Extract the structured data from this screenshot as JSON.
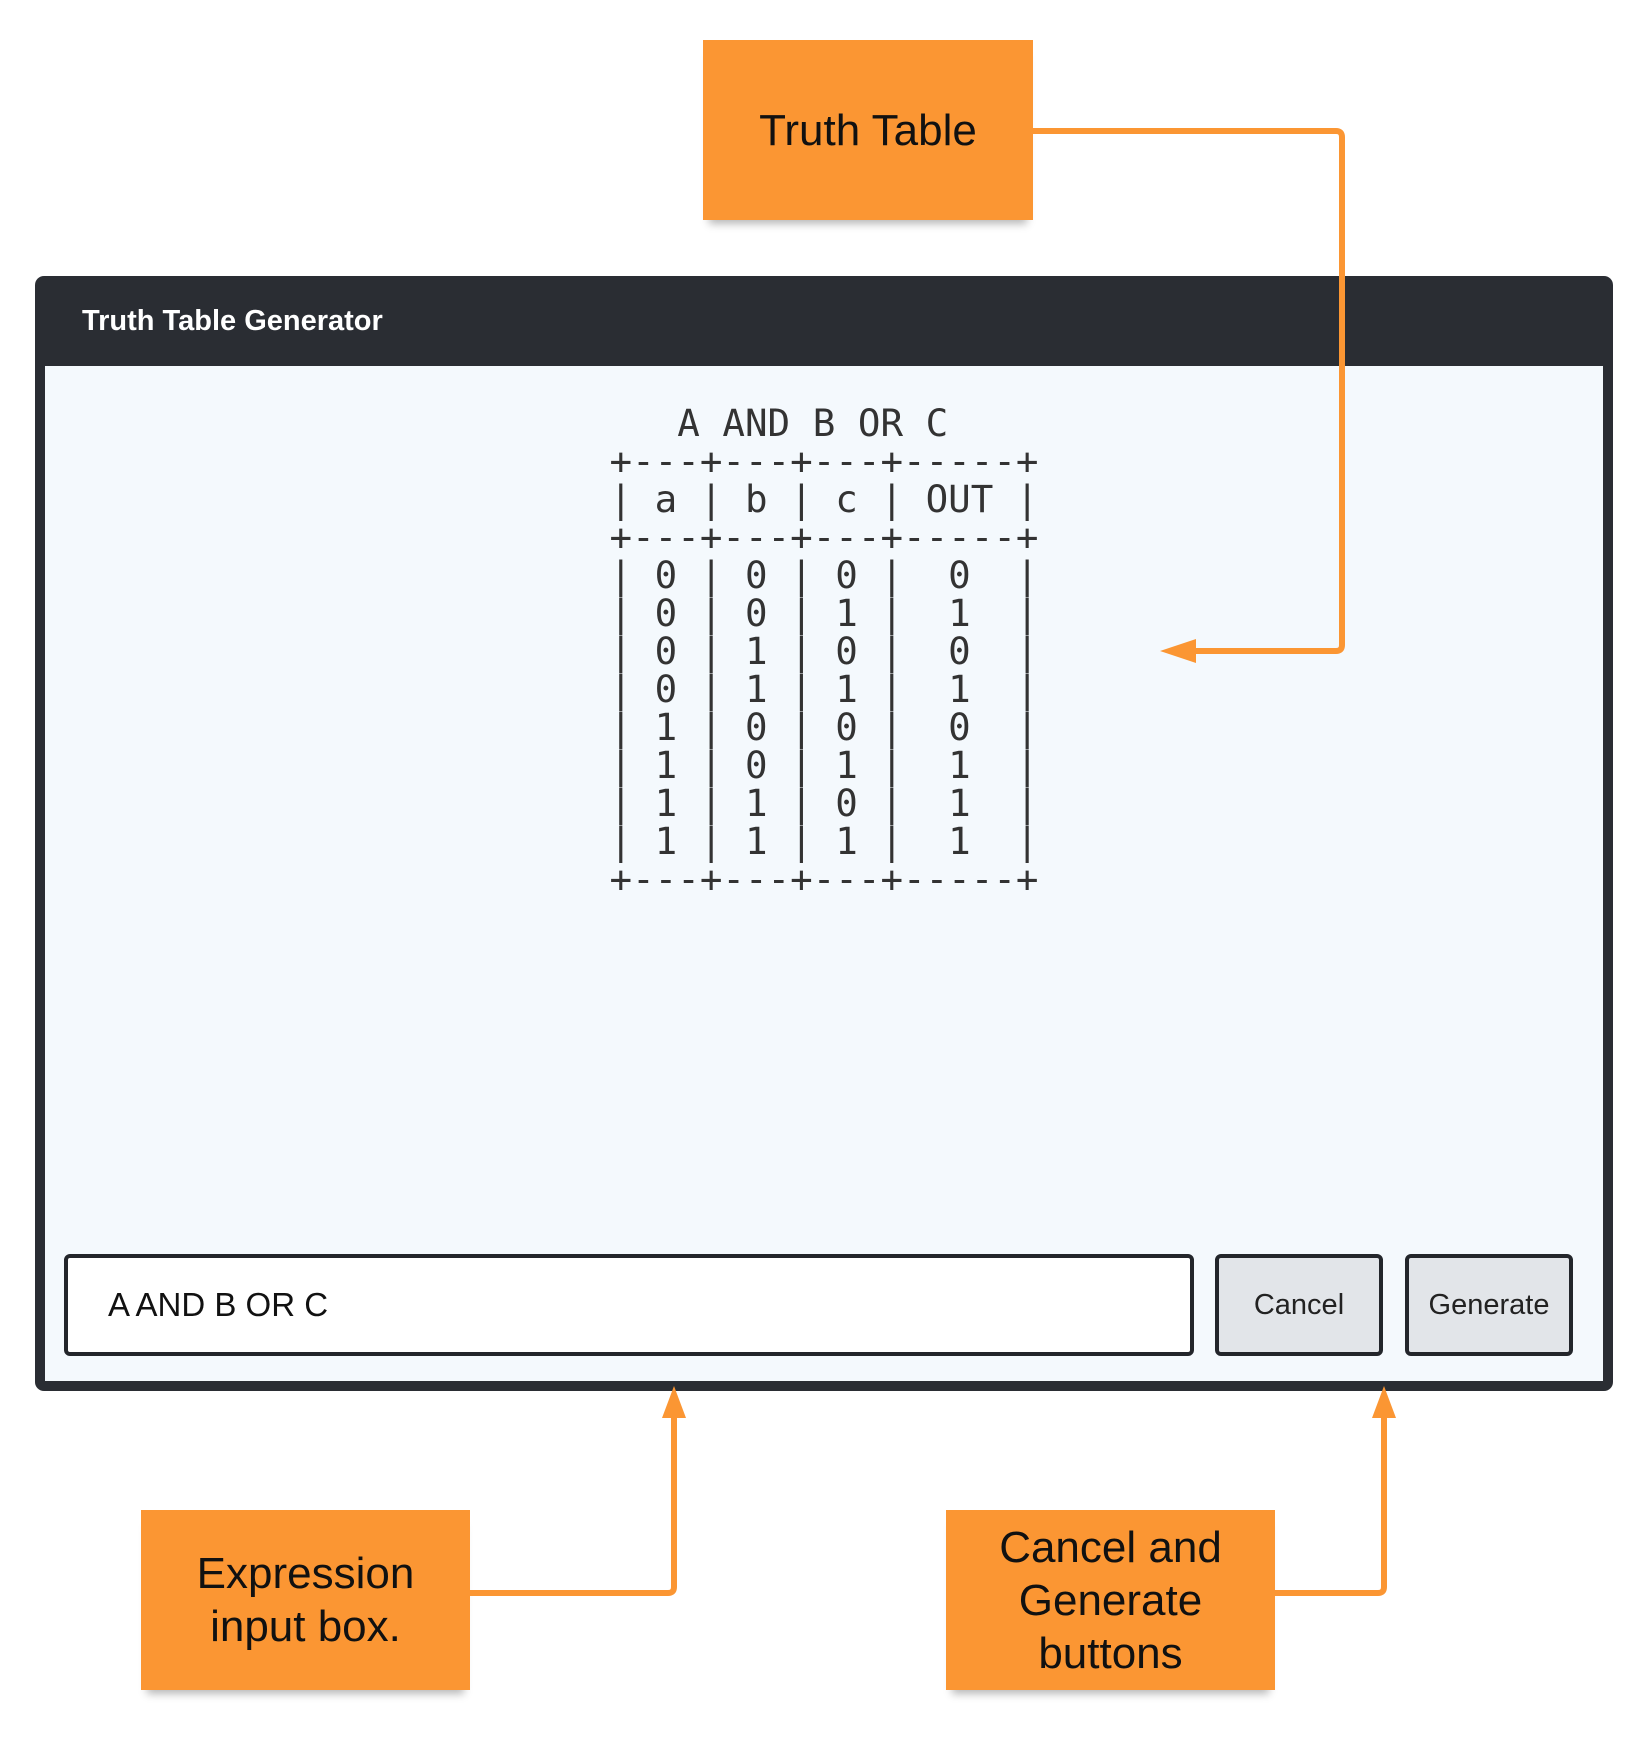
{
  "window": {
    "title": "Truth Table Generator"
  },
  "output": {
    "expression": "A AND B OR C",
    "headers": [
      "a",
      "b",
      "c",
      "OUT"
    ],
    "rows": [
      [
        "0",
        "0",
        "0",
        "0"
      ],
      [
        "0",
        "0",
        "1",
        "1"
      ],
      [
        "0",
        "1",
        "0",
        "0"
      ],
      [
        "0",
        "1",
        "1",
        "1"
      ],
      [
        "1",
        "0",
        "0",
        "0"
      ],
      [
        "1",
        "0",
        "1",
        "1"
      ],
      [
        "1",
        "1",
        "0",
        "1"
      ],
      [
        "1",
        "1",
        "1",
        "1"
      ]
    ]
  },
  "input": {
    "value": "A AND B OR C"
  },
  "buttons": {
    "cancel_label": "Cancel",
    "generate_label": "Generate"
  },
  "callouts": {
    "truth_table": "Truth Table",
    "expression_input": [
      "Expression",
      "input box."
    ],
    "buttons": [
      "Cancel and",
      "Generate",
      "buttons"
    ]
  },
  "colors": {
    "callout_orange": "#fb9633",
    "window_dark": "#2a2d33",
    "window_body": "#f4f9fd",
    "button_fill": "#e2e5e9"
  }
}
